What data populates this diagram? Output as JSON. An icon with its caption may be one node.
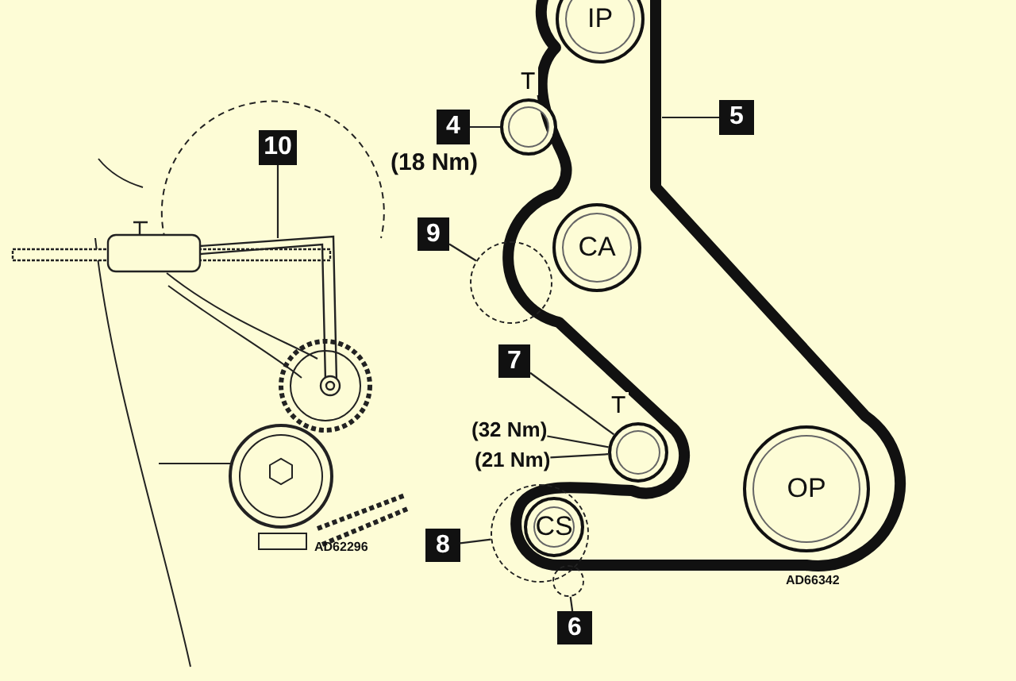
{
  "diagram": {
    "nodes": [
      {
        "text": [
          "10"
        ]
      },
      {
        "text": [],
        "shape": "picture"
      },
      {
        "text": [
          "IP"
        ]
      },
      {
        "text": [
          "T"
        ]
      },
      {
        "text": [
          "4"
        ],
        "beside": [
          "(18 Nm)"
        ]
      },
      {
        "text": [
          "5"
        ]
      },
      {
        "text": [
          "9"
        ]
      },
      {
        "text": [],
        "shape": "circle"
      },
      {
        "text": [
          "CA"
        ]
      },
      {
        "text": [
          "7"
        ]
      },
      {
        "text": [
          "T"
        ]
      },
      {
        "text": [
          "(32 Nm)"
        ]
      },
      {
        "text": [
          "(21 Nm)"
        ]
      },
      {
        "text": [
          "OP"
        ]
      },
      {
        "text": [
          "8"
        ]
      },
      {
        "text": [],
        "shape": "circle"
      },
      {
        "text": [
          "CS"
        ],
        "in": 15
      },
      {
        "text": [
          "6"
        ]
      },
      {
        "text": [],
        "shape": "circle"
      }
    ],
    "edges": [
      {
        "from": 0,
        "to": 1,
        "arrow": "none"
      },
      {
        "from": 4,
        "to": 3,
        "arrow": "none"
      },
      {
        "from": 5,
        "to": null,
        "arrow": "none"
      },
      {
        "from": 6,
        "to": 7,
        "arrow": "none"
      },
      {
        "from": 9,
        "to": 10,
        "arrow": "none"
      },
      {
        "from": 11,
        "to": 10,
        "arrow": "none"
      },
      {
        "from": 12,
        "to": 10,
        "arrow": "none"
      },
      {
        "from": 14,
        "to": 15,
        "arrow": "none"
      },
      {
        "from": 17,
        "to": 18,
        "arrow": "none"
      }
    ],
    "labels": [
      "AD62296",
      "AD66342"
    ]
  }
}
